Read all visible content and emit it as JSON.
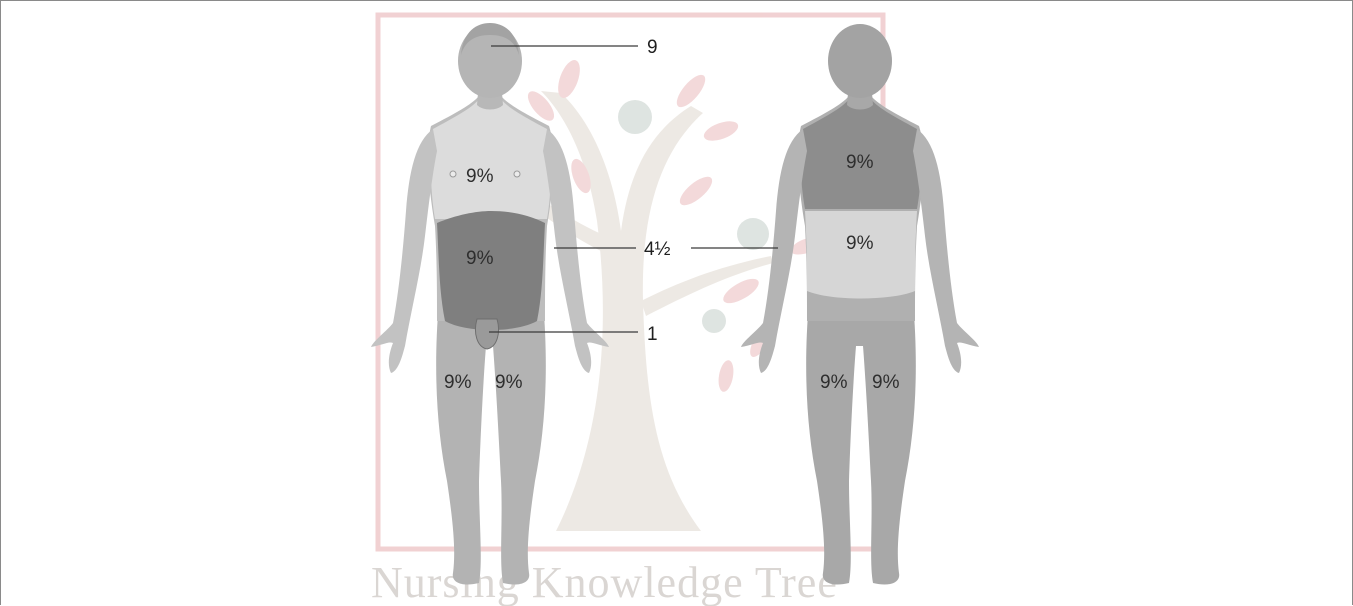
{
  "labels": {
    "head": "9",
    "arm": "4½",
    "genitals": "1",
    "front_chest": "9%",
    "front_abdomen": "9%",
    "front_left_leg": "9%",
    "front_right_leg": "9%",
    "back_upper": "9%",
    "back_lower": "9%",
    "back_left_leg": "9%",
    "back_right_leg": "9%"
  },
  "watermark": {
    "text": "Nursing Knowledge Tree"
  },
  "colors": {
    "body": "#a9a9a9",
    "body_light": "#d8d8d8",
    "region_dark": "#7d7d7d",
    "watermark_red": "#e7b9bb",
    "watermark_tree": "#e2ddd6"
  }
}
